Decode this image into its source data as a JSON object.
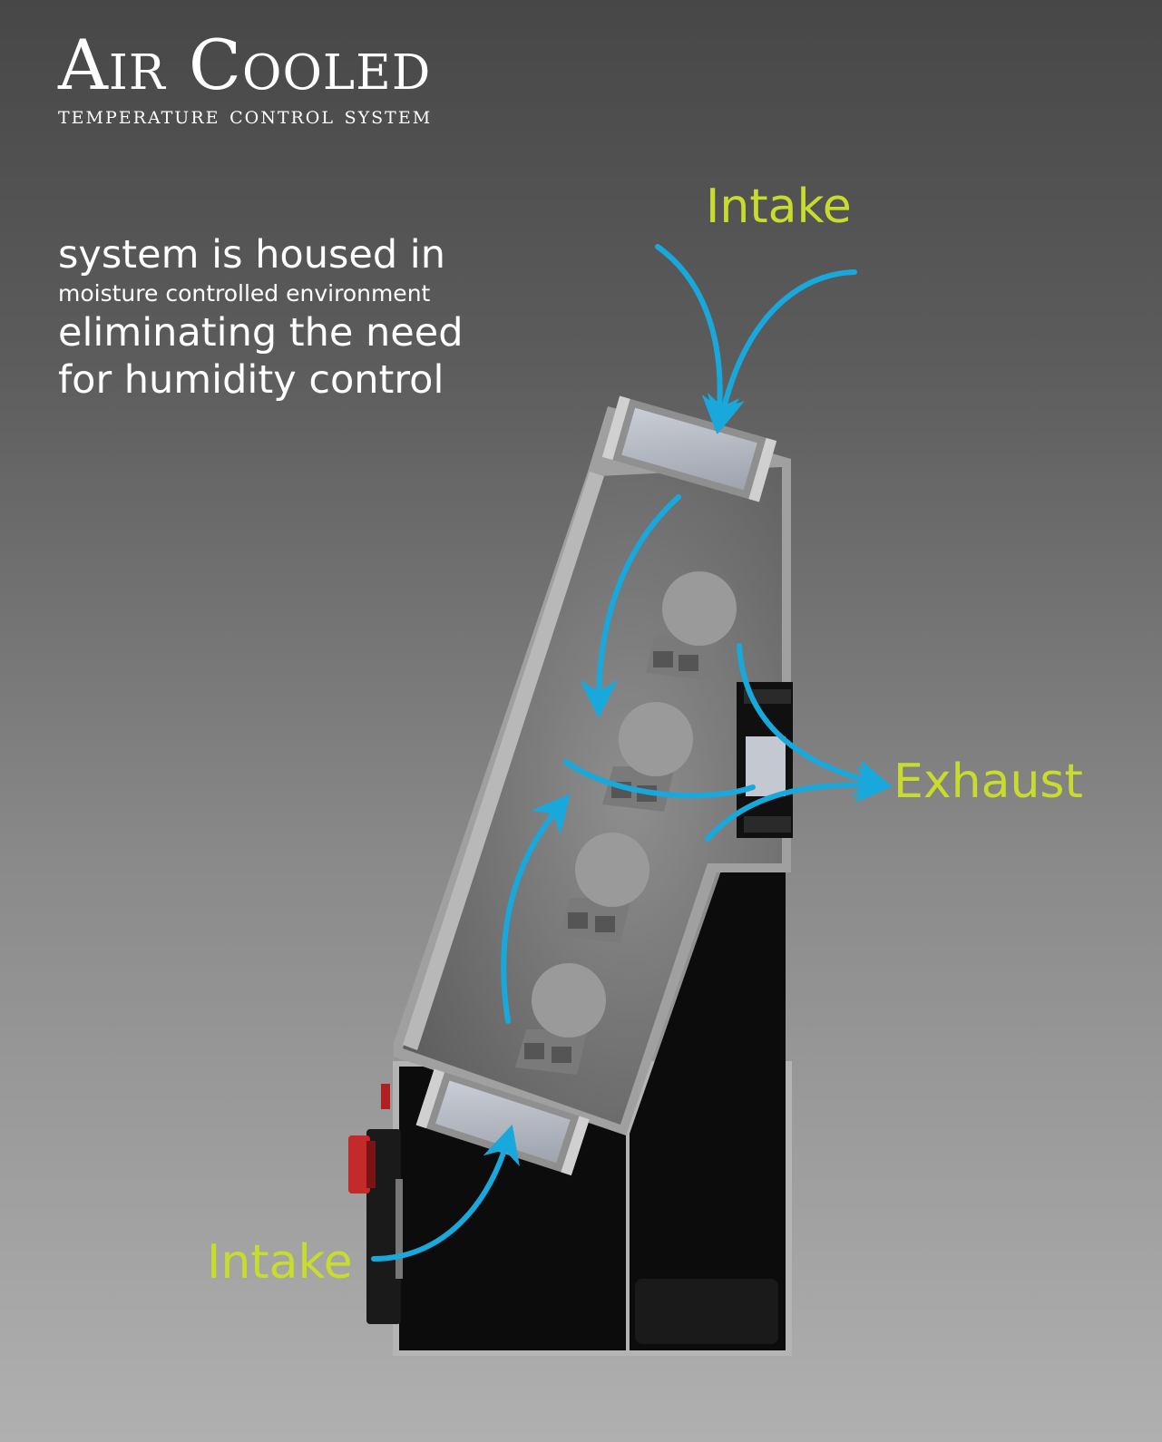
{
  "title": {
    "main": "Air Cooled",
    "sub": "TEMPERATURE CONTROL SYSTEM"
  },
  "description": {
    "line1": "system is housed in",
    "line2": "moisture controlled environment",
    "line3": "eliminating the need",
    "line4": "for humidity control"
  },
  "labels": {
    "intake_top": "Intake",
    "exhaust": "Exhaust",
    "intake_bottom": "Intake"
  },
  "colors": {
    "airflow_arrow": "#18a8dc",
    "label_text": "#c8dc2e",
    "title_text": "#ffffff"
  }
}
